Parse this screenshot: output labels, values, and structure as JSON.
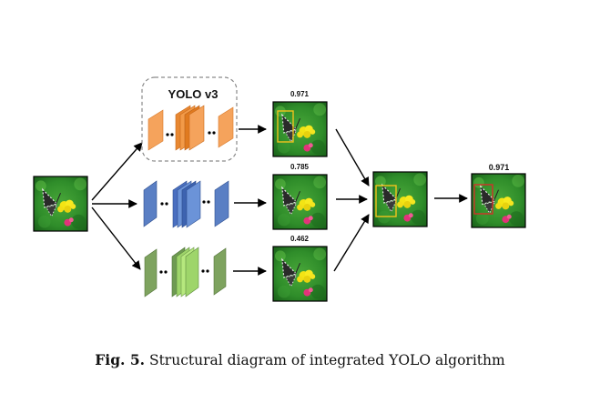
{
  "diagram": {
    "group_label": "YOLO v3",
    "scores": {
      "orange": "0.971",
      "blue": "0.785",
      "green": "0.462",
      "final": "0.971"
    },
    "colors": {
      "orange_light": "#f5a35c",
      "orange_dark": "#e07a1f",
      "blue_light": "#6b93d8",
      "blue_dark": "#3d63b0",
      "green_light": "#9ed56a",
      "green_dark": "#6e9a52",
      "detect_box": "#f2c21c",
      "final_box": "#d2302a"
    }
  },
  "caption": {
    "label": "Fig. 5.",
    "text": "Structural diagram of integrated YOLO algorithm"
  }
}
